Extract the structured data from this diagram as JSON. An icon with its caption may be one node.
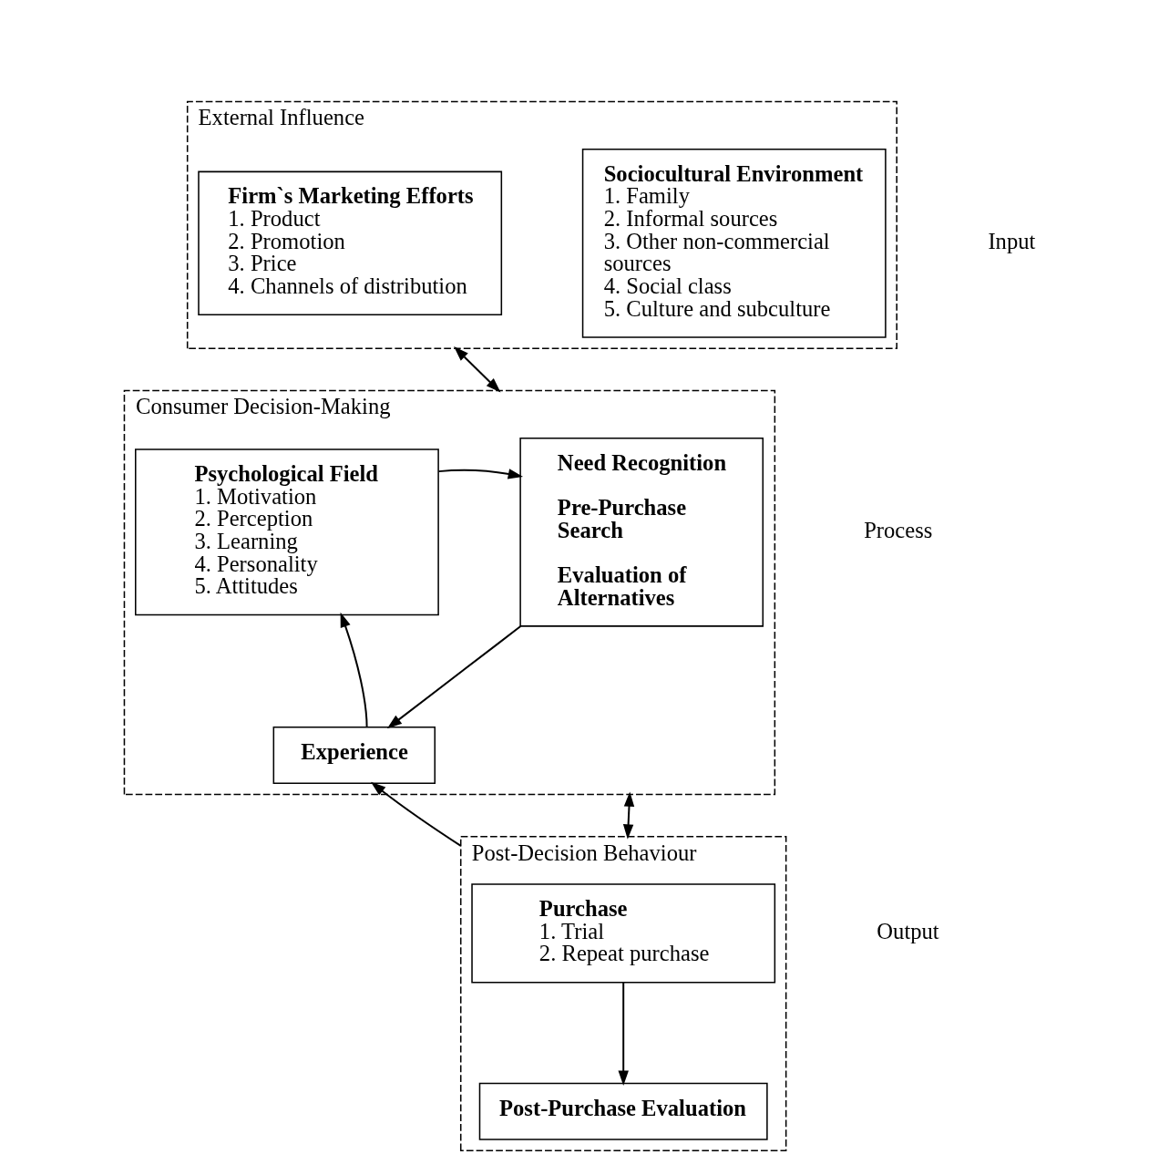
{
  "diagram": {
    "nodes": [
      {
        "text": [
          "External Influence"
        ],
        "beside": [
          "Input"
        ]
      },
      {
        "text": [
          "Firm`s Marketing Efforts",
          "1. Product",
          "2. Promotion",
          "3. Price",
          "4. Channels of distribution"
        ],
        "in": 0
      },
      {
        "text": [
          "Sociocultural Environment",
          "1. Family",
          "2. Informal sources",
          "3. Other non-commercial sources",
          "4. Social class",
          "5. Culture and subculture"
        ],
        "in": 0
      },
      {
        "text": [
          "Consumer Decision-Making"
        ],
        "beside": [
          "Process"
        ]
      },
      {
        "text": [
          "Need Recognition",
          "Pre-Purchase Search",
          "Evaluation of Alternatives"
        ],
        "in": 3
      },
      {
        "text": [
          "Psychological Field",
          "1. Motivation",
          "2. Perception",
          "3. Learning",
          "4. Personality",
          "5. Attitudes"
        ],
        "in": 3
      },
      {
        "text": [
          "Experience"
        ],
        "in": 3
      },
      {
        "text": [
          "Post-Decision Behaviour"
        ],
        "beside": [
          "Output"
        ]
      },
      {
        "text": [
          "Purchase",
          "1. Trial",
          "2. Repeat purchase"
        ],
        "in": 7
      },
      {
        "text": [
          "Post-Purchase Evaluation"
        ],
        "in": 7
      }
    ],
    "edges": [
      {
        "from": 0,
        "to": 3,
        "arrow": "both"
      },
      {
        "from": 5,
        "to": 4,
        "arrow": "to"
      },
      {
        "from": 4,
        "to": 6,
        "arrow": "to"
      },
      {
        "from": 6,
        "to": 5,
        "arrow": "to"
      },
      {
        "from": 3,
        "to": 7,
        "arrow": "both"
      },
      {
        "from": 7,
        "to": 6,
        "arrow": "to"
      },
      {
        "from": 8,
        "to": 9,
        "arrow": "to"
      }
    ]
  }
}
